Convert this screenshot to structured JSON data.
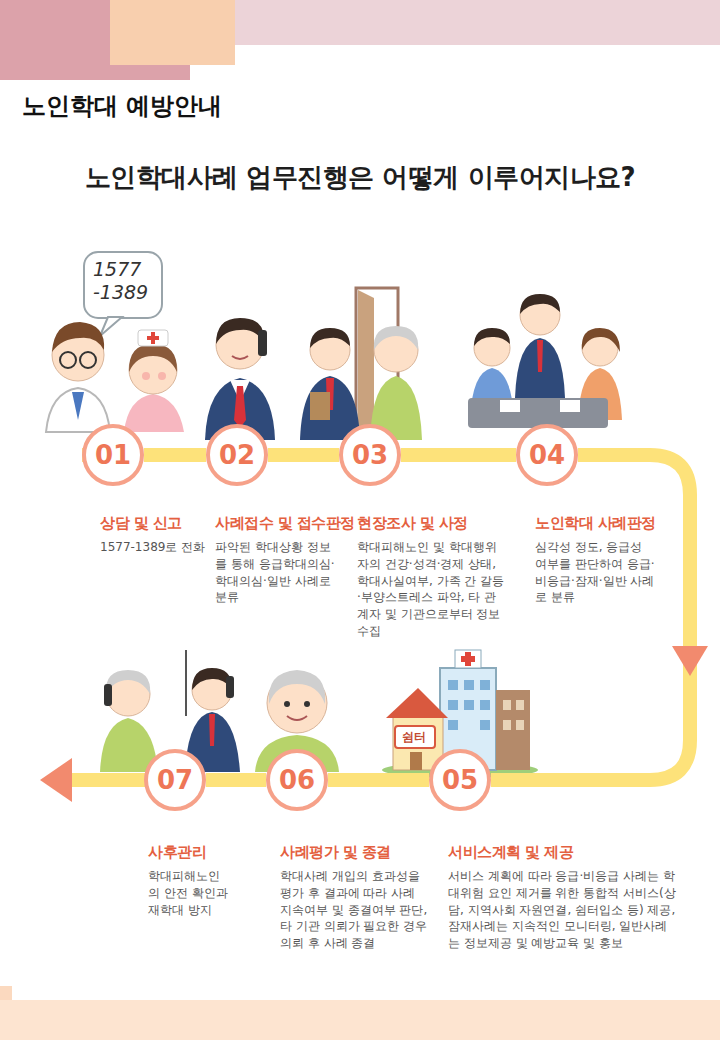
{
  "diagram": {
    "title": "노인학대사례 업무진행은 어떻게 이루어지나요?",
    "nodes": [
      {
        "text": [
          "01",
          "상담 및 신고",
          "1577-1389로 전화"
        ]
      },
      {
        "text": [
          "02",
          "사례접수 및 접수판정",
          "파악된 학대상황 정보를 통해 응급학대의심·학대의심·일반 사례로 분류"
        ]
      },
      {
        "text": [
          "03",
          "현장조사 및 사정",
          "학대피해노인 및 학대행위자의 건강·성격·경제 상태, 학대사실여부, 가족 간 갈등·부양스트레스 파악, 타 관계자 및 기관으로부터 정보수집"
        ]
      },
      {
        "text": [
          "04",
          "노인학대 사례판정",
          "심각성 정도, 응급성 여부를 판단하여 응급·비응급·잠재·일반 사례로 분류"
        ]
      },
      {
        "text": [
          "05",
          "서비스계획 및 제공",
          "서비스 계획에 따라 응급·비응급 사례는 학대위험 요인 제거를 위한 통합적 서비스(상담, 지역사회 자원연결, 쉼터입소 등) 제공, 잠재사례는 지속적인 모니터링, 일반사례는 정보제공 및 예방교육 및 홍보"
        ]
      },
      {
        "text": [
          "06",
          "사례평가 및 종결",
          "학대사례 개입의 효과성을 평가 후 결과에 따라 사례 지속여부 및 종결여부 판단, 타 기관 의뢰가 필요한 경우 의뢰 후 사례 종결"
        ]
      },
      {
        "text": [
          "07",
          "사후관리",
          "학대피해노인의 안전 확인과 재학대 방지"
        ]
      }
    ],
    "edges": [
      {
        "from": 0,
        "to": 1,
        "arrow": "none"
      },
      {
        "from": 1,
        "to": 2,
        "arrow": "none"
      },
      {
        "from": 2,
        "to": 3,
        "arrow": "none"
      },
      {
        "from": 3,
        "to": 4,
        "arrow": "to"
      },
      {
        "from": 4,
        "to": 5,
        "arrow": "none"
      },
      {
        "from": 5,
        "to": 6,
        "arrow": "none"
      }
    ],
    "labels": [
      "노인학대 예방안내",
      "1577 -1389",
      "쉼터"
    ]
  }
}
